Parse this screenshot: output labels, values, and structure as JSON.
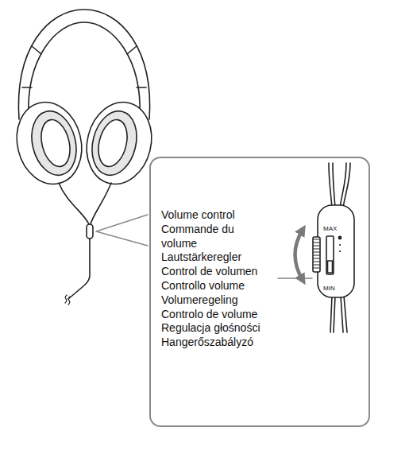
{
  "diagram": {
    "nodes": [
      {
        "text": [
          "Volume control",
          "Commande du volume",
          "Lautstärkeregler",
          "Control de volumen",
          "Controllo volume",
          "Volumeregeling",
          "Controlo de volume",
          "Regulacja głośności",
          "Hangerőszabályzó"
        ]
      }
    ],
    "labels": [
      "MAX",
      "MIN"
    ]
  }
}
